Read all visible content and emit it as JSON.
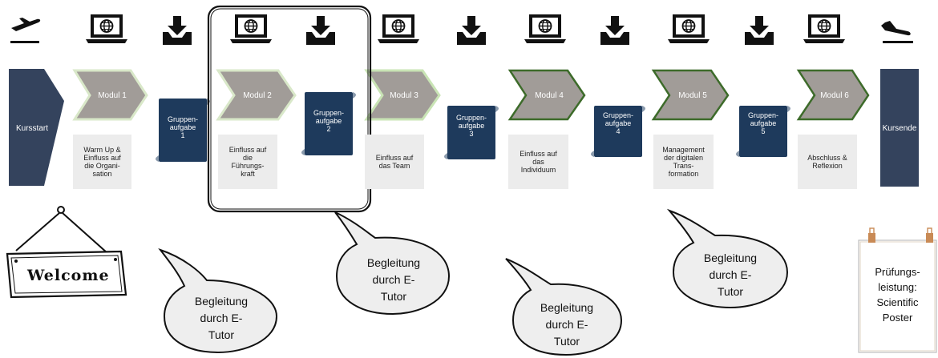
{
  "icons": {
    "departure": "airplane-departure-icon",
    "arrival": "airplane-arrival-icon",
    "laptop": "laptop-globe-icon",
    "download": "download-tray-icon"
  },
  "colors": {
    "navy": "#34435d",
    "group_navy": "#1e3a5c",
    "module_gray": "#a19c98",
    "light_green_border": "#c9e4b5",
    "dark_green_border": "#3d6b2a",
    "desc_bg": "#ececec"
  },
  "start": {
    "label": "Kursstart"
  },
  "end": {
    "label": "Kursende"
  },
  "modules": [
    {
      "label": "Modul 1",
      "desc": "Warm Up &\nEinfluss auf\ndie Organi-\nsation"
    },
    {
      "label": "Modul 2",
      "desc": "Einfluss auf\ndie\nFührungs-\nkraft"
    },
    {
      "label": "Modul 3",
      "desc": "Einfluss auf\ndas Team"
    },
    {
      "label": "Modul 4",
      "desc": "Einfluss auf\ndas\nIndividuum"
    },
    {
      "label": "Modul 5",
      "desc": "Management\nder digitalen\nTrans-\nformation"
    },
    {
      "label": "Modul 6",
      "desc": "Abschluss &\nReflexion"
    }
  ],
  "groups": [
    {
      "label": "Gruppen-\naufgabe\n1"
    },
    {
      "label": "Gruppen-\naufgabe\n2"
    },
    {
      "label": "Gruppen-\naufgabe\n3"
    },
    {
      "label": "Gruppen-\naufgabe\n4"
    },
    {
      "label": "Gruppen-\naufgabe\n5"
    }
  ],
  "bubbles": [
    {
      "text": "Begleitung\ndurch E-\nTutor"
    },
    {
      "text": "Begleitung\ndurch E-\nTutor"
    },
    {
      "text": "Begleitung\ndurch E-\nTutor"
    },
    {
      "text": "Begleitung\ndurch E-\nTutor"
    }
  ],
  "welcome": {
    "text": "Welcome"
  },
  "poster": {
    "text": "Prüfungs-\nleistung:\nScientific\nPoster"
  }
}
